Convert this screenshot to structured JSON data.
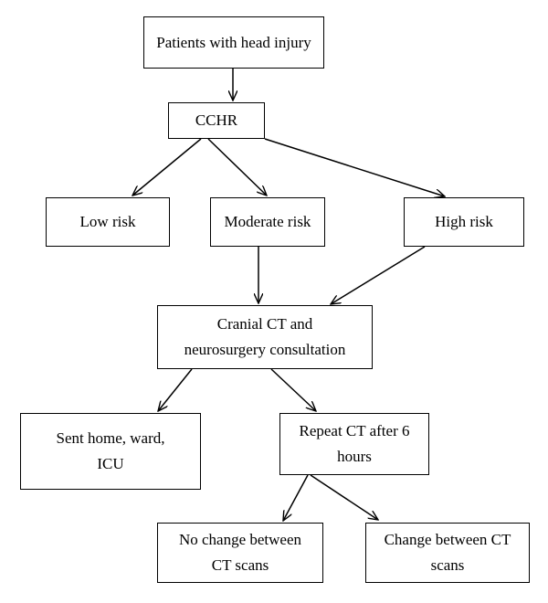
{
  "nodes": {
    "patients": "Patients with head injury",
    "cchr": "CCHR",
    "low_risk": "Low risk",
    "moderate_risk": "Moderate risk",
    "high_risk": "High risk",
    "cranial_ct": {
      "line1": "Cranial CT and",
      "line2": "neurosurgery consultation"
    },
    "sent_home": {
      "line1": "Sent home, ward,",
      "line2": "ICU"
    },
    "repeat_ct": {
      "line1": "Repeat CT after 6",
      "line2": "hours"
    },
    "no_change": {
      "line1": "No change between",
      "line2": "CT scans"
    },
    "change": {
      "line1": "Change between CT",
      "line2": "scans"
    }
  },
  "edges": [
    [
      "patients",
      "cchr"
    ],
    [
      "cchr",
      "low_risk"
    ],
    [
      "cchr",
      "moderate_risk"
    ],
    [
      "cchr",
      "high_risk"
    ],
    [
      "moderate_risk",
      "cranial_ct"
    ],
    [
      "high_risk",
      "cranial_ct"
    ],
    [
      "cranial_ct",
      "sent_home"
    ],
    [
      "cranial_ct",
      "repeat_ct"
    ],
    [
      "repeat_ct",
      "no_change"
    ],
    [
      "repeat_ct",
      "change"
    ]
  ],
  "colors": {
    "stroke": "#000000",
    "background": "#ffffff"
  }
}
